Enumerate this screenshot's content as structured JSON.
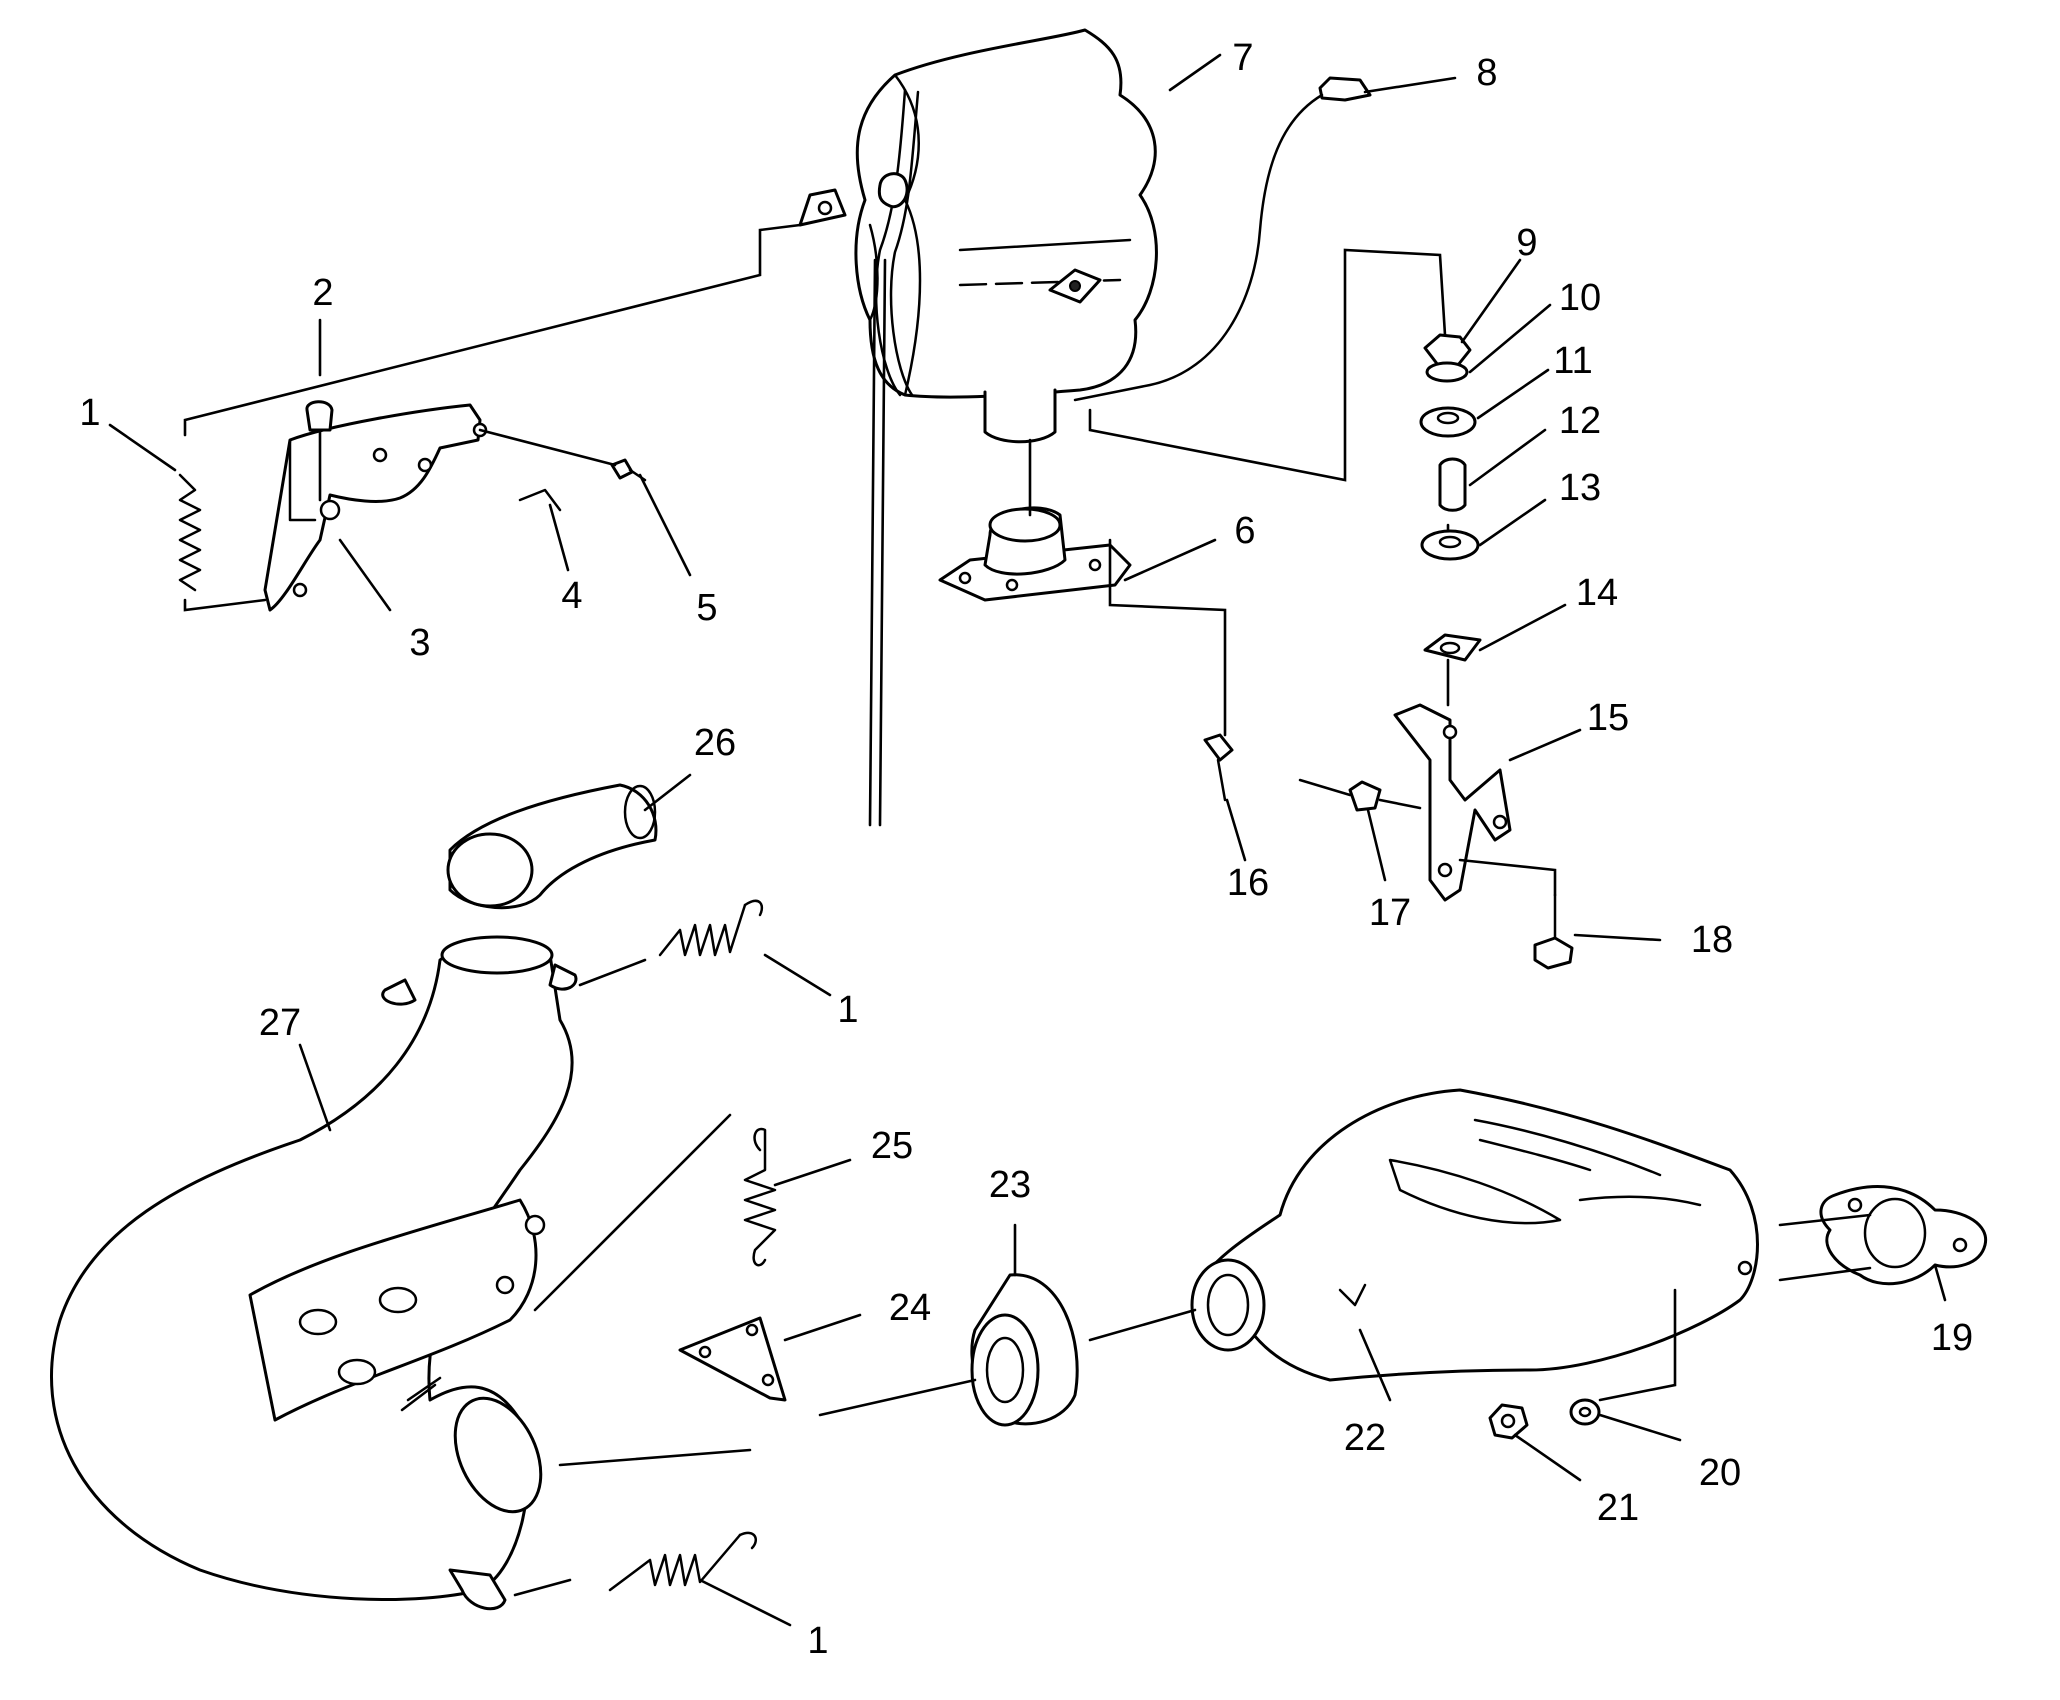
{
  "callouts": [
    {
      "id": "c1a",
      "label": "1"
    },
    {
      "id": "c2",
      "label": "2"
    },
    {
      "id": "c3",
      "label": "3"
    },
    {
      "id": "c4",
      "label": "4"
    },
    {
      "id": "c5",
      "label": "5"
    },
    {
      "id": "c6",
      "label": "6"
    },
    {
      "id": "c7",
      "label": "7"
    },
    {
      "id": "c8",
      "label": "8"
    },
    {
      "id": "c9",
      "label": "9"
    },
    {
      "id": "c10",
      "label": "10"
    },
    {
      "id": "c11",
      "label": "11"
    },
    {
      "id": "c12",
      "label": "12"
    },
    {
      "id": "c13",
      "label": "13"
    },
    {
      "id": "c14",
      "label": "14"
    },
    {
      "id": "c15",
      "label": "15"
    },
    {
      "id": "c16",
      "label": "16"
    },
    {
      "id": "c17",
      "label": "17"
    },
    {
      "id": "c18",
      "label": "18"
    },
    {
      "id": "c26",
      "label": "26"
    },
    {
      "id": "c1b",
      "label": "1"
    },
    {
      "id": "c27",
      "label": "27"
    },
    {
      "id": "c25",
      "label": "25"
    },
    {
      "id": "c23",
      "label": "23"
    },
    {
      "id": "c24",
      "label": "24"
    },
    {
      "id": "c22",
      "label": "22"
    },
    {
      "id": "c19",
      "label": "19"
    },
    {
      "id": "c20",
      "label": "20"
    },
    {
      "id": "c21",
      "label": "21"
    },
    {
      "id": "c1c",
      "label": "1"
    }
  ]
}
